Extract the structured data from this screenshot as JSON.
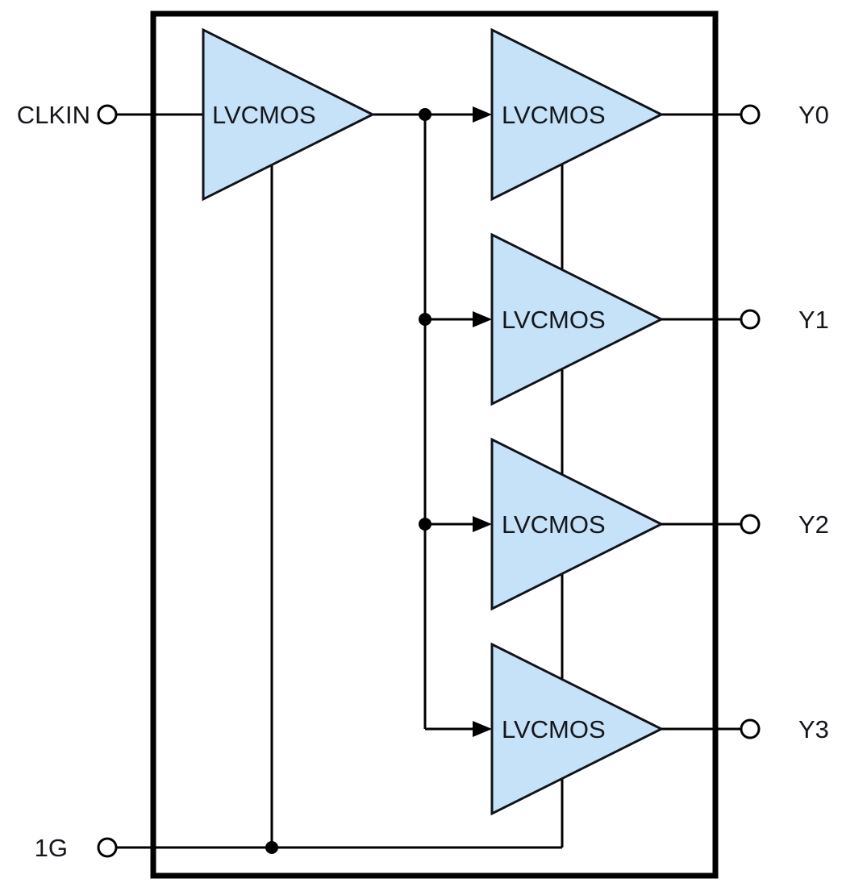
{
  "colors": {
    "buffer_fill": "#C5E2F8",
    "line": "#000000",
    "background": "#FFFFFF"
  },
  "ports": {
    "clkin": "CLKIN",
    "enable": "1G"
  },
  "input_buffer": {
    "label": "LVCMOS"
  },
  "output_buffers": [
    {
      "label": "LVCMOS",
      "output": "Y0"
    },
    {
      "label": "LVCMOS",
      "output": "Y1"
    },
    {
      "label": "LVCMOS",
      "output": "Y2"
    },
    {
      "label": "LVCMOS",
      "output": "Y3"
    }
  ]
}
